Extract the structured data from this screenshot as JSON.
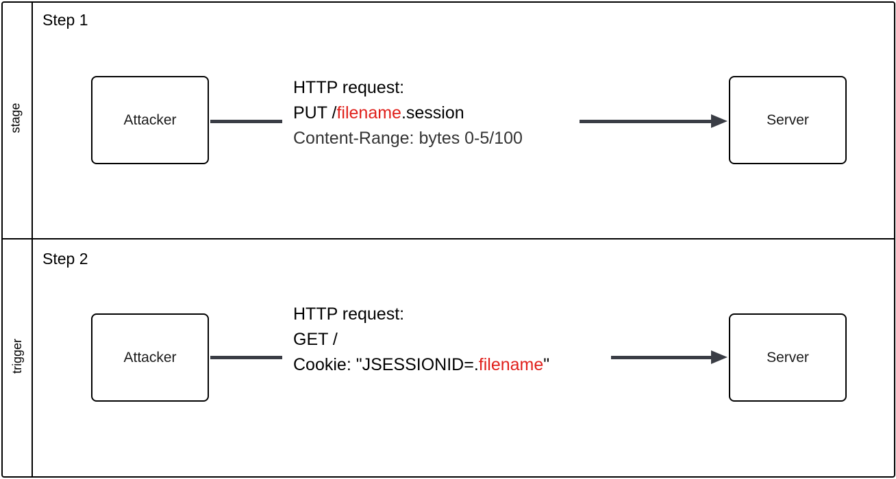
{
  "lanes": [
    {
      "label": "stage",
      "step_title": "Step 1",
      "source": "Attacker",
      "target": "Server",
      "message": {
        "line1": "HTTP request:",
        "line2_prefix": "PUT /",
        "line2_highlight": "filename",
        "line2_suffix": ".session",
        "line3": "Content-Range: bytes 0-5/100"
      }
    },
    {
      "label": "trigger",
      "step_title": "Step 2",
      "source": "Attacker",
      "target": "Server",
      "message": {
        "line1": "HTTP request:",
        "line2": "GET /",
        "line3_prefix": "Cookie: \"JSESSIONID=.",
        "line3_highlight": "filename",
        "line3_suffix": "\""
      }
    }
  ],
  "colors": {
    "highlight": "#e0201b",
    "connector": "#3a3d45"
  }
}
